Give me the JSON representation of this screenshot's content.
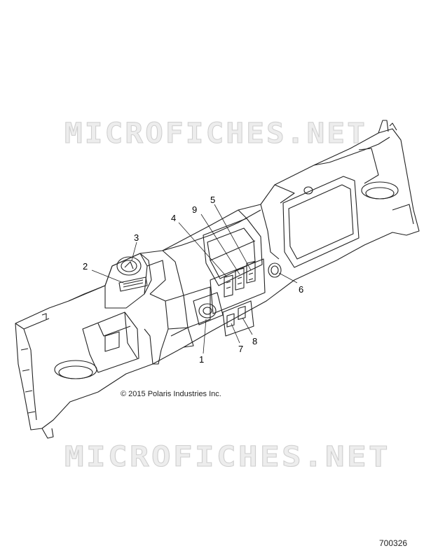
{
  "watermark_text": "MICROFICHES.NET",
  "copyright": "© 2015 Polaris Industries Inc.",
  "document_number": "700326",
  "callouts": [
    "1",
    "2",
    "3",
    "4",
    "5",
    "6",
    "7",
    "8",
    "9"
  ]
}
